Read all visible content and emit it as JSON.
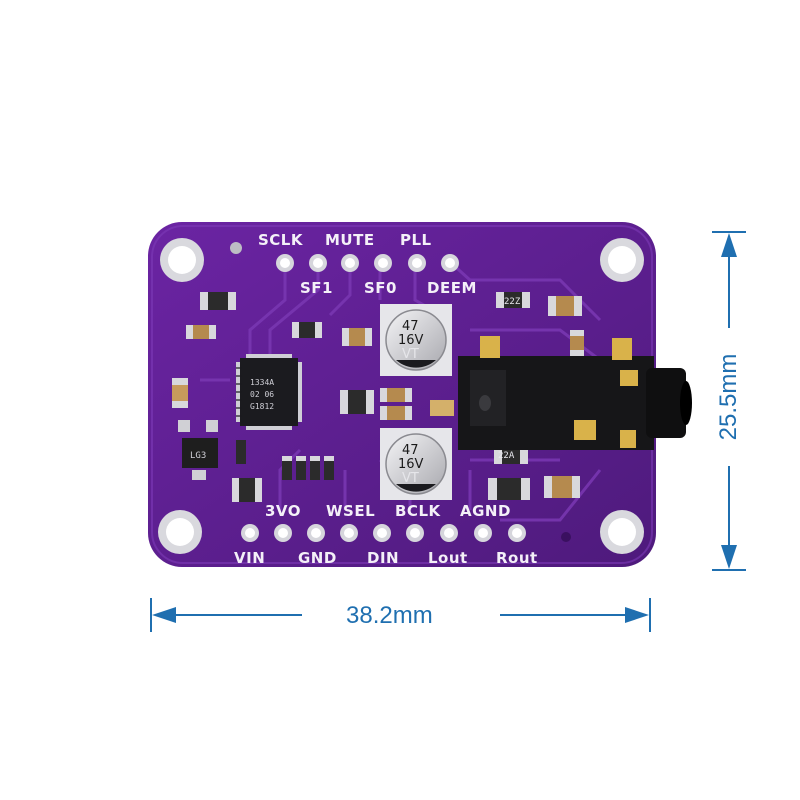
{
  "board": {
    "pcb_color": "#5a1d8c",
    "top_pins_row1": [
      "SCLK",
      "MUTE",
      "PLL"
    ],
    "top_pins_row2": [
      "SF1",
      "SF0",
      "DEEM"
    ],
    "bottom_pins_row1": [
      "3VO",
      "WSEL",
      "BCLK",
      "AGND"
    ],
    "bottom_pins_row2": [
      "VIN",
      "GND",
      "DIN",
      "Lout",
      "Rout"
    ],
    "chip_text": [
      "1334A",
      "02 06",
      "G1812"
    ],
    "cap_text": [
      "47",
      "16V",
      "VT"
    ],
    "small_labels": [
      "22Z",
      "22A",
      "LG3"
    ]
  },
  "dimensions": {
    "width_label": "38.2mm",
    "height_label": "25.5mm",
    "color": "#1f6fb0"
  }
}
